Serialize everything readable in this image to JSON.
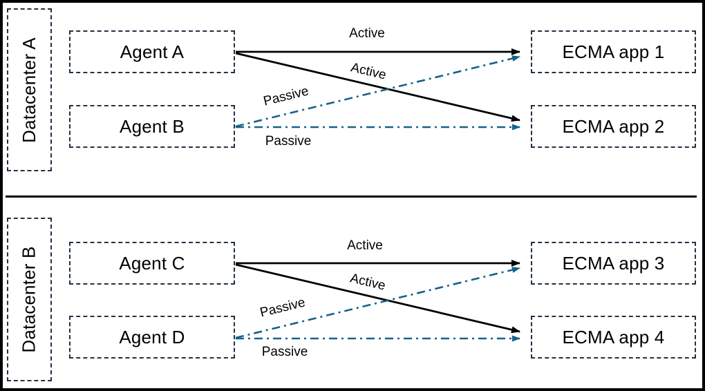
{
  "colors": {
    "active_line": "#000000",
    "passive_line": "#17618B",
    "box_border": "#203142",
    "frame_border": "#000000",
    "background": "#FFFFFF"
  },
  "sections": [
    {
      "datacenter_label": "Datacenter A",
      "agents": [
        {
          "label": "Agent A"
        },
        {
          "label": "Agent B"
        }
      ],
      "apps": [
        {
          "label": "ECMA app 1"
        },
        {
          "label": "ECMA app 2"
        }
      ],
      "connections": [
        {
          "from": "Agent A",
          "to": "ECMA app 1",
          "label": "Active",
          "style": "solid-black"
        },
        {
          "from": "Agent A",
          "to": "ECMA app 2",
          "label": "Active",
          "style": "solid-black"
        },
        {
          "from": "Agent B",
          "to": "ECMA app 1",
          "label": "Passive",
          "style": "dash-dot-teal"
        },
        {
          "from": "Agent B",
          "to": "ECMA app 2",
          "label": "Passive",
          "style": "dash-dot-teal"
        }
      ]
    },
    {
      "datacenter_label": "Datacenter B",
      "agents": [
        {
          "label": "Agent C"
        },
        {
          "label": "Agent D"
        }
      ],
      "apps": [
        {
          "label": "ECMA app 3"
        },
        {
          "label": "ECMA app 4"
        }
      ],
      "connections": [
        {
          "from": "Agent C",
          "to": "ECMA app 3",
          "label": "Active",
          "style": "solid-black"
        },
        {
          "from": "Agent C",
          "to": "ECMA app 4",
          "label": "Active",
          "style": "solid-black"
        },
        {
          "from": "Agent D",
          "to": "ECMA app 3",
          "label": "Passive",
          "style": "dash-dot-teal"
        },
        {
          "from": "Agent D",
          "to": "ECMA app 4",
          "label": "Passive",
          "style": "dash-dot-teal"
        }
      ]
    }
  ]
}
